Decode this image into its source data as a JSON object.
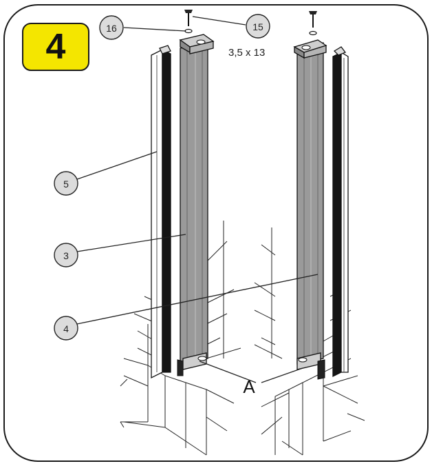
{
  "step": {
    "number": "4",
    "badge_color": "#f4e600"
  },
  "screw_size": "3,5 x 13",
  "callouts": {
    "c16": "16",
    "c15": "15",
    "c5": "5",
    "c3": "3",
    "c4": "4"
  },
  "reference_label": "A",
  "colors": {
    "post_gray": "#9a9a9a",
    "rail_black": "#151515",
    "callout_fill": "#dcdcdc"
  }
}
